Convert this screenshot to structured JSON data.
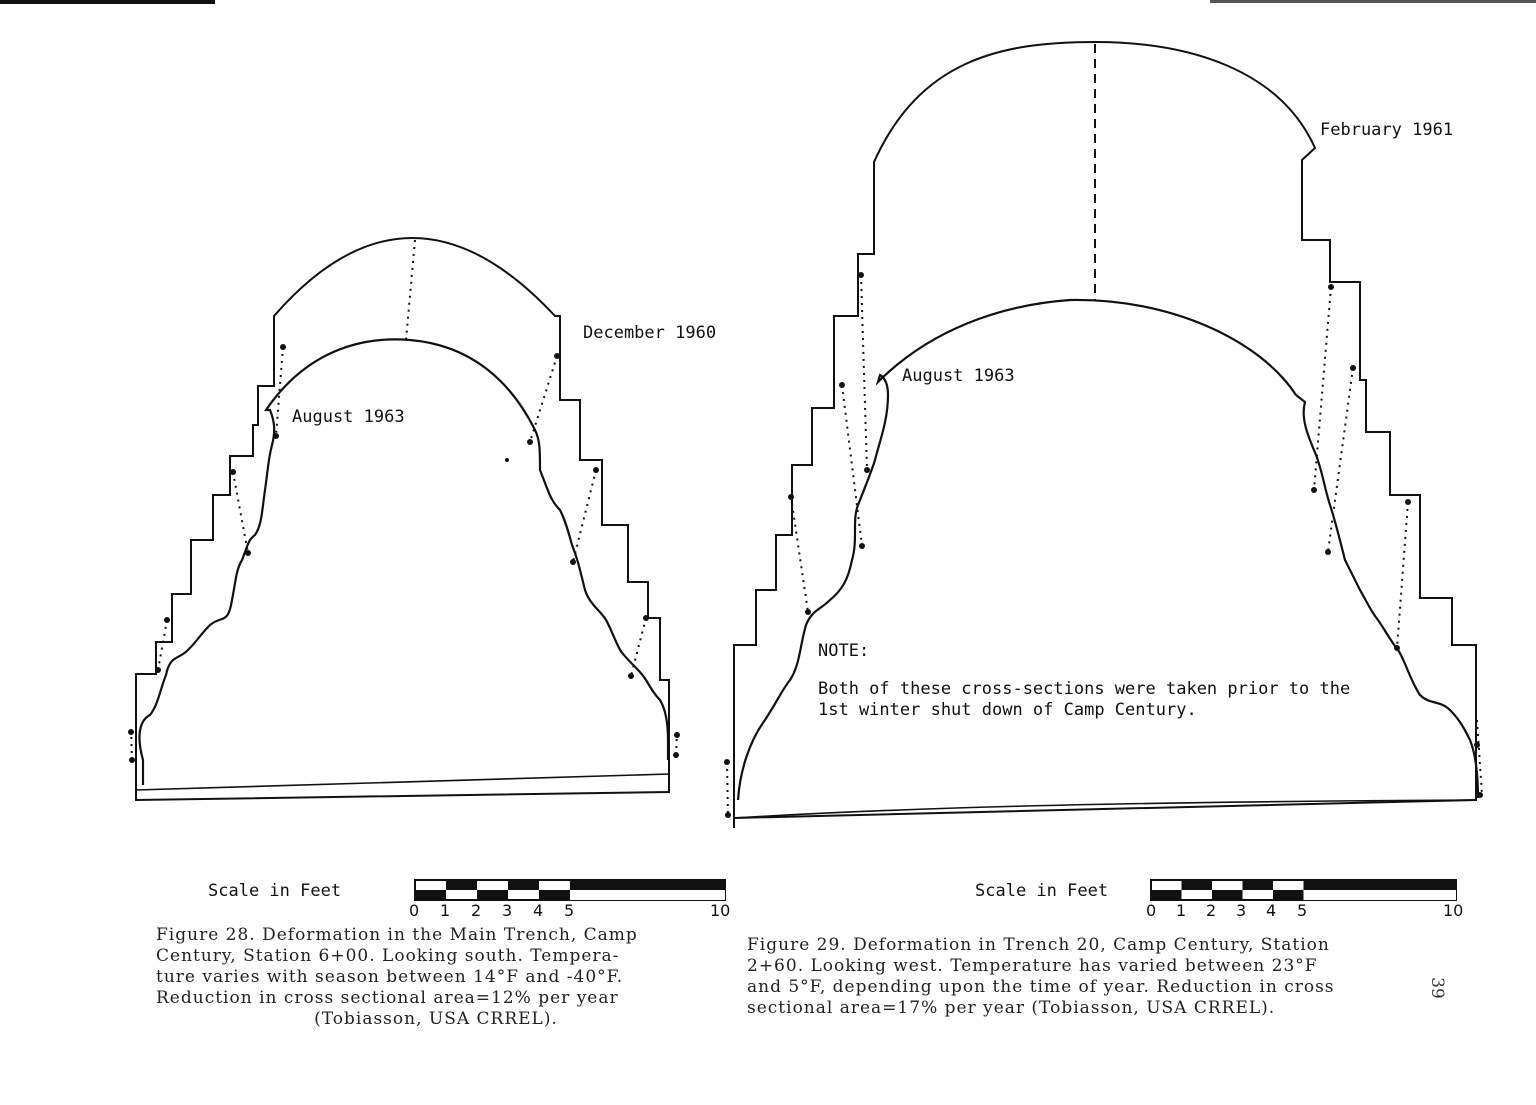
{
  "figure28": {
    "label_upper": "December 1960",
    "label_lower": "August 1963",
    "scale_title": "Scale in Feet",
    "scale_ticks": [
      "0",
      "1",
      "2",
      "3",
      "4",
      "5",
      "10"
    ],
    "caption_lines": [
      "Figure 28.  Deformation in the Main Trench, Camp",
      "Century, Station 6+00.  Looking south.  Tempera-",
      "ture varies with season between 14°F and -40°F.",
      "Reduction in cross sectional area=12% per year"
    ],
    "caption_credit": "(Tobiasson, USA CRREL)."
  },
  "figure29": {
    "label_upper": "February 1961",
    "label_lower": "August 1963",
    "note_title": "NOTE:",
    "note_line1": "Both of these cross-sections were taken prior to the",
    "note_line2": "1st winter shut down of Camp Century.",
    "scale_title": "Scale in Feet",
    "scale_ticks": [
      "0",
      "1",
      "2",
      "3",
      "4",
      "5",
      "10"
    ],
    "caption_lines": [
      "Figure 29.  Deformation in Trench 20, Camp Century, Station",
      "2+60.  Looking west.  Temperature has varied between 23°F",
      "and 5°F, depending upon the time of year.  Reduction in cross",
      "sectional area=17% per year  (Tobiasson, USA CRREL)."
    ]
  },
  "page_number": "39",
  "colors": {
    "ink": "#111111",
    "paper": "#ffffff"
  }
}
